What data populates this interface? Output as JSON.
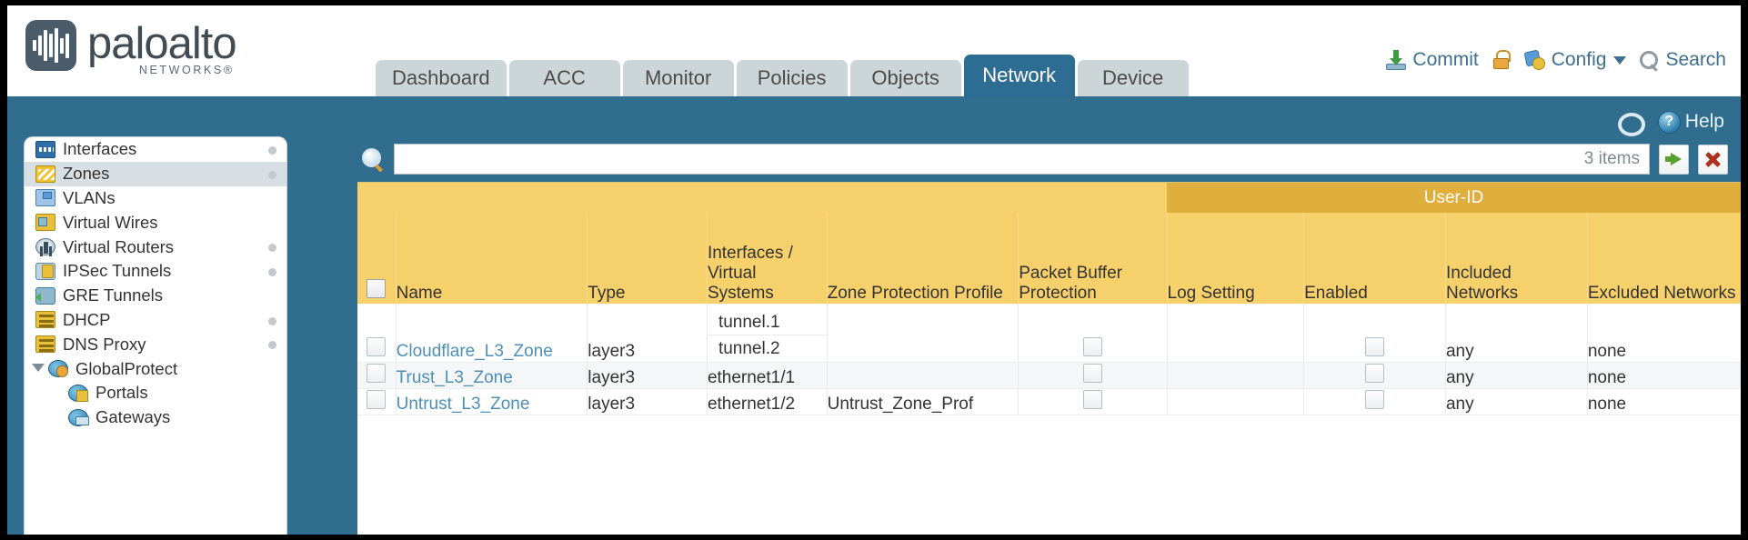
{
  "brand": {
    "name": "paloalto",
    "sub": "NETWORKS®",
    "logo_icon": "paloalto-logo-icon"
  },
  "nav": {
    "tabs": [
      {
        "label": "Dashboard",
        "active": false
      },
      {
        "label": "ACC",
        "active": false
      },
      {
        "label": "Monitor",
        "active": false
      },
      {
        "label": "Policies",
        "active": false
      },
      {
        "label": "Objects",
        "active": false
      },
      {
        "label": "Network",
        "active": true
      },
      {
        "label": "Device",
        "active": false
      }
    ]
  },
  "quickbar": {
    "commit_label": "Commit",
    "lock_icon": "padlock-icon",
    "config_label": "Config",
    "search_label": "Search"
  },
  "helpstrip": {
    "refresh_icon": "refresh-icon",
    "help_label": "Help"
  },
  "sidebar": {
    "items": [
      {
        "label": "Interfaces",
        "icon": "interfaces-icon",
        "selected": false,
        "dot": true,
        "child": false,
        "caret": false
      },
      {
        "label": "Zones",
        "icon": "zones-icon",
        "selected": true,
        "dot": true,
        "child": false,
        "caret": false
      },
      {
        "label": "VLANs",
        "icon": "vlans-icon",
        "selected": false,
        "dot": false,
        "child": false,
        "caret": false
      },
      {
        "label": "Virtual Wires",
        "icon": "virtual-wires-icon",
        "selected": false,
        "dot": false,
        "child": false,
        "caret": false
      },
      {
        "label": "Virtual Routers",
        "icon": "virtual-routers-icon",
        "selected": false,
        "dot": true,
        "child": false,
        "caret": false
      },
      {
        "label": "IPSec Tunnels",
        "icon": "ipsec-tunnels-icon",
        "selected": false,
        "dot": true,
        "child": false,
        "caret": false
      },
      {
        "label": "GRE Tunnels",
        "icon": "gre-tunnels-icon",
        "selected": false,
        "dot": false,
        "child": false,
        "caret": false
      },
      {
        "label": "DHCP",
        "icon": "dhcp-icon",
        "selected": false,
        "dot": true,
        "child": false,
        "caret": false
      },
      {
        "label": "DNS Proxy",
        "icon": "dns-proxy-icon",
        "selected": false,
        "dot": true,
        "child": false,
        "caret": false
      },
      {
        "label": "GlobalProtect",
        "icon": "globalprotect-icon",
        "selected": false,
        "dot": false,
        "child": false,
        "caret": true
      },
      {
        "label": "Portals",
        "icon": "portals-icon",
        "selected": false,
        "dot": false,
        "child": true,
        "caret": false
      },
      {
        "label": "Gateways",
        "icon": "gateways-icon",
        "selected": false,
        "dot": false,
        "child": true,
        "caret": false
      }
    ]
  },
  "search": {
    "value": "",
    "placeholder": "",
    "item_count": "3 items",
    "apply_icon": "apply-filter-arrow-icon",
    "clear_icon": "clear-filter-x-icon"
  },
  "table": {
    "group_header": "User-ID",
    "columns": [
      "Name",
      "Type",
      "Interfaces / Virtual Systems",
      "Zone Protection Profile",
      "Packet Buffer Protection",
      "Log Setting",
      "Enabled",
      "Included Networks",
      "Excluded Networks"
    ],
    "rows": [
      {
        "selected": false,
        "name": "Cloudflare_L3_Zone",
        "type": "layer3",
        "interfaces": [
          "tunnel.1",
          "tunnel.2"
        ],
        "zone_protection_profile": "",
        "packet_buffer_protection": false,
        "log_setting": "",
        "userid_enabled": false,
        "included_networks": "any",
        "excluded_networks": "none"
      },
      {
        "selected": false,
        "name": "Trust_L3_Zone",
        "type": "layer3",
        "interfaces": [
          "ethernet1/1"
        ],
        "zone_protection_profile": "",
        "packet_buffer_protection": false,
        "log_setting": "",
        "userid_enabled": false,
        "included_networks": "any",
        "excluded_networks": "none"
      },
      {
        "selected": false,
        "name": "Untrust_L3_Zone",
        "type": "layer3",
        "interfaces": [
          "ethernet1/2"
        ],
        "zone_protection_profile": "Untrust_Zone_Prof",
        "packet_buffer_protection": false,
        "log_setting": "",
        "userid_enabled": false,
        "included_networks": "any",
        "excluded_networks": "none"
      }
    ]
  },
  "colors": {
    "header_blue": "#316d8f",
    "active_tab": "#2e6d93",
    "table_header_gold": "#f6d06a",
    "group_header_gold": "#dfae3c",
    "link_blue": "#4d8fb5"
  }
}
